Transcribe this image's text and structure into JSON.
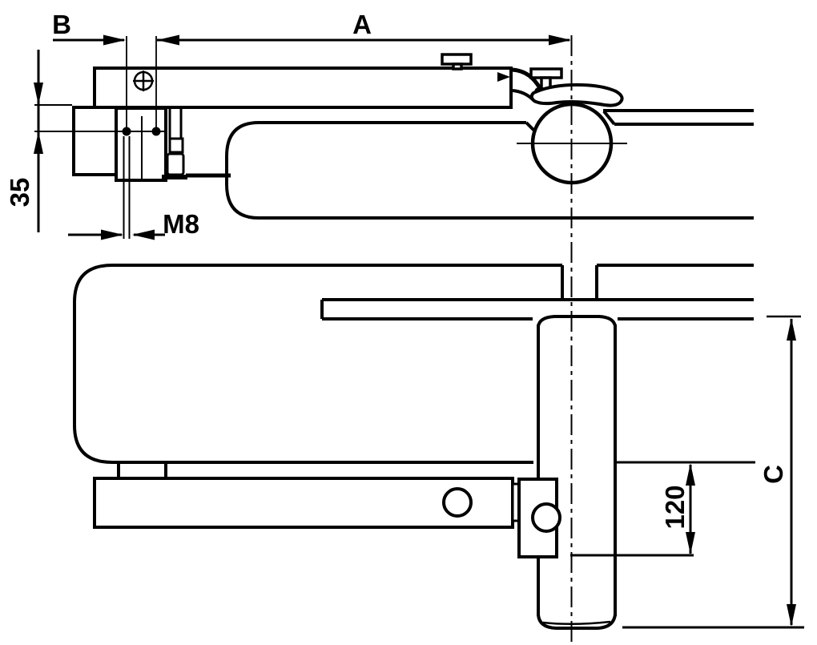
{
  "colors": {
    "ink": "#000000",
    "paper": "#ffffff"
  },
  "dimension_labels": {
    "b": "B",
    "a": "A",
    "offset_35": "35",
    "thread_m8": "M8",
    "drop_120": "120",
    "c": "C"
  }
}
